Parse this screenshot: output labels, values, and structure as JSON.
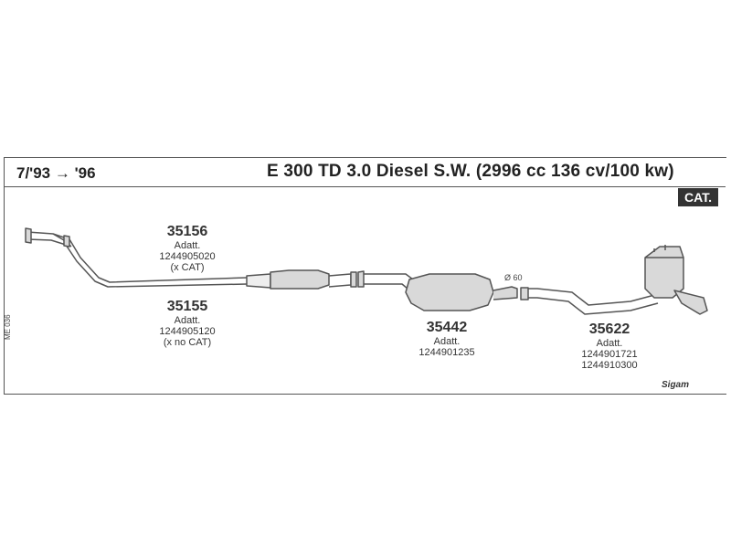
{
  "header": {
    "date_range": "7/'93 → '96",
    "model_title": "E 300 TD 3.0 Diesel S.W. (2996 cc 136 cv/100 kw)",
    "cat_badge": "CAT."
  },
  "side_code": "ME 036",
  "diameter_label": "Ø 60",
  "logo_text": "Sigam",
  "parts": [
    {
      "number": "35156",
      "lines": [
        "Adatt.",
        "1244905020",
        "(x CAT)"
      ]
    },
    {
      "number": "35155",
      "lines": [
        "Adatt.",
        "1244905120",
        "(x no CAT)"
      ]
    },
    {
      "number": "35442",
      "lines": [
        "Adatt.",
        "1244901235"
      ]
    },
    {
      "number": "35622",
      "lines": [
        "Adatt.",
        "1244901721",
        "1244910300"
      ]
    }
  ],
  "colors": {
    "line": "#555555",
    "part_fill": "#d9d9d9",
    "badge": "#333333"
  }
}
